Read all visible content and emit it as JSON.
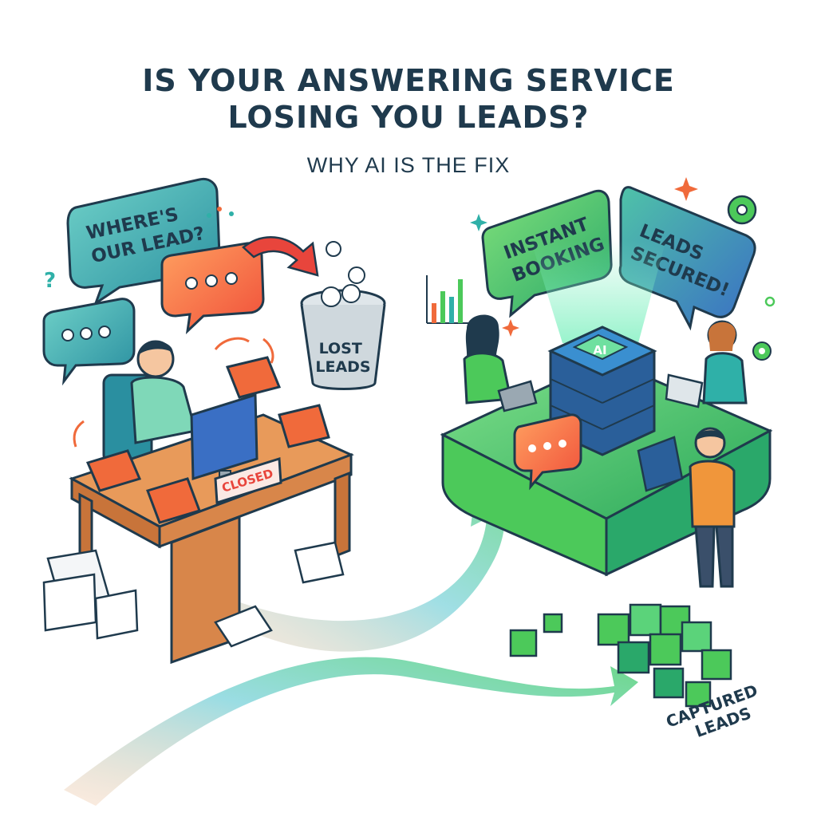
{
  "header": {
    "title_line1": "IS YOUR ANSWERING SERVICE",
    "title_line2": "LOSING YOU LEADS?",
    "subtitle": "WHY AI IS THE FIX"
  },
  "left_scene": {
    "speech_bubble": "WHERE'S\nOUR LEAD?",
    "bin_label": "LOST\nLEADS",
    "sign": "CLOSED"
  },
  "right_scene": {
    "bubble_booking": "INSTANT\nBOOKING",
    "bubble_secured": "LEADS\nSECURED!",
    "server_badge": "AI"
  },
  "bottom": {
    "captured": "CAPTURED\nLEADS"
  },
  "colors": {
    "navy": "#1f3a4d",
    "teal": "#2fb0a8",
    "green": "#4cc95a",
    "orange": "#f06a3b",
    "red": "#e8453c"
  }
}
